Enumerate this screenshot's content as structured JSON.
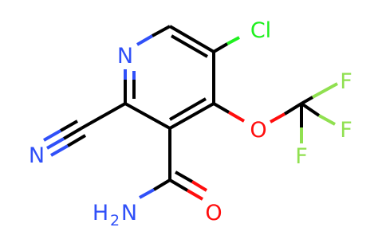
{
  "molecule": {
    "atom_labels": {
      "n_ring": "N",
      "cl": "Cl",
      "o_ether": "O",
      "f1": "F",
      "f2": "F",
      "f3": "F",
      "n_nitrile": "N",
      "nh2_base": "H",
      "nh2_sub": "2",
      "n_amide": "N",
      "o_amide": "O"
    },
    "colors": {
      "carbon_bond": "#000000",
      "nitrogen": "#3050f8",
      "oxygen": "#ff0d0d",
      "chlorine": "#1ff01f",
      "fluorine": "#90e050"
    }
  }
}
